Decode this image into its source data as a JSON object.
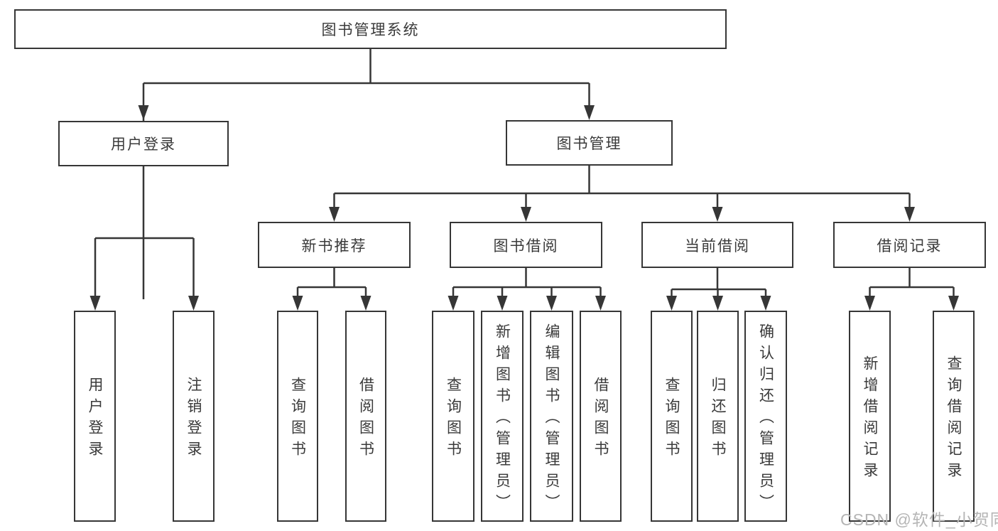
{
  "diagram": {
    "root": {
      "label": "图书管理系统"
    },
    "branches": [
      {
        "label": "用户登录",
        "children": [
          {
            "label": "用户登录"
          },
          {
            "label": "注销登录"
          }
        ]
      },
      {
        "label": "图书管理",
        "children": [
          {
            "label": "新书推荐",
            "children": [
              {
                "label": "查询图书"
              },
              {
                "label": "借阅图书"
              }
            ]
          },
          {
            "label": "图书借阅",
            "children": [
              {
                "label": "查询图书"
              },
              {
                "label": "新增图书（管理员）"
              },
              {
                "label": "编辑图书（管理员）"
              },
              {
                "label": "借阅图书"
              }
            ]
          },
          {
            "label": "当前借阅",
            "children": [
              {
                "label": "查询图书"
              },
              {
                "label": "归还图书"
              },
              {
                "label": "确认归还（管理员）"
              }
            ]
          },
          {
            "label": "借阅记录",
            "children": [
              {
                "label": "新增借阅记录"
              },
              {
                "label": "查询借阅记录"
              }
            ]
          }
        ]
      }
    ]
  },
  "watermark": {
    "text": "CSDN @软件_小贺同学"
  },
  "colors": {
    "line": "#363636",
    "text": "#3a3a3a",
    "watermark": "#b5b5b5",
    "background": "#ffffff"
  }
}
